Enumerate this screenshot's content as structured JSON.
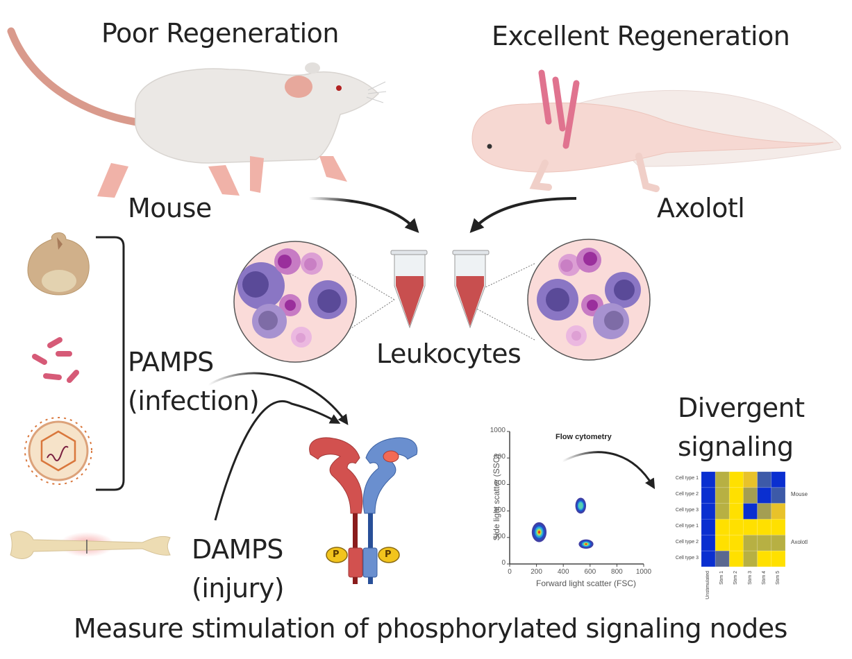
{
  "titles": {
    "poor": "Poor Regeneration",
    "excellent": "Excellent Regeneration"
  },
  "organisms": {
    "mouse": "Mouse",
    "axolotl": "Axolotl"
  },
  "center": {
    "leukocytes": "Leukocytes"
  },
  "stimuli": {
    "pamps_line1": "PAMPS",
    "pamps_line2": "(infection)",
    "damps_line1": "DAMPS",
    "damps_line2": "(injury)",
    "phospho_label": "P"
  },
  "output": {
    "divergent_line1": "Divergent",
    "divergent_line2": "signaling"
  },
  "footer": "Measure stimulation of phosphorylated signaling nodes",
  "colors": {
    "receptor_red": "#d2514f",
    "receptor_blue": "#6a8fcf",
    "heat_blue": "#0a2fd0",
    "heat_yellow": "#ffe000",
    "heat_olive": "#b7b043",
    "heat_gold": "#e8c22a",
    "heat_slate": "#3d5aa8",
    "blood": "#c84f4f"
  },
  "chart_data": [
    {
      "type": "scatter",
      "title": "Flow cytometry",
      "xlabel": "Forward light scatter (FSC)",
      "ylabel": "Side light scatter (SSC)",
      "xlim": [
        0,
        1000
      ],
      "ylim": [
        0,
        1000
      ],
      "xticks": [
        "0",
        "200",
        "400",
        "600",
        "800",
        "1000"
      ],
      "yticks": [
        "0",
        "200",
        "400",
        "600",
        "800",
        "1000"
      ],
      "populations": [
        {
          "name": "population-1",
          "center": [
            220,
            240
          ],
          "spread": [
            110,
            150
          ],
          "peak_density": "high"
        },
        {
          "name": "population-2",
          "center": [
            530,
            440
          ],
          "spread": [
            80,
            120
          ],
          "peak_density": "medium"
        },
        {
          "name": "population-3",
          "center": [
            570,
            150
          ],
          "spread": [
            110,
            70
          ],
          "peak_density": "high"
        }
      ]
    },
    {
      "type": "heatmap",
      "rows": [
        "Cell type 1",
        "Cell type 2",
        "Cell type 3",
        "Cell type 1",
        "Cell type 2",
        "Cell type 3"
      ],
      "row_groups": [
        {
          "name": "Mouse",
          "rows": [
            0,
            1,
            2
          ]
        },
        {
          "name": "Axolotl",
          "rows": [
            3,
            4,
            5
          ]
        }
      ],
      "columns": [
        "Unstimulated",
        "Stim 1",
        "Stim 2",
        "Stim 3",
        "Stim 4",
        "Stim 5"
      ],
      "color_scale": "blue (low) to yellow (high)",
      "values": [
        [
          0.0,
          0.7,
          1.0,
          0.85,
          0.2,
          0.0
        ],
        [
          0.0,
          0.7,
          1.0,
          0.6,
          0.0,
          0.2
        ],
        [
          0.0,
          0.7,
          1.0,
          0.0,
          0.6,
          0.85
        ],
        [
          0.0,
          1.0,
          1.0,
          1.0,
          1.0,
          1.0
        ],
        [
          0.0,
          1.0,
          1.0,
          0.7,
          0.7,
          0.7
        ],
        [
          0.0,
          0.3,
          1.0,
          0.7,
          1.0,
          1.0
        ]
      ]
    }
  ]
}
